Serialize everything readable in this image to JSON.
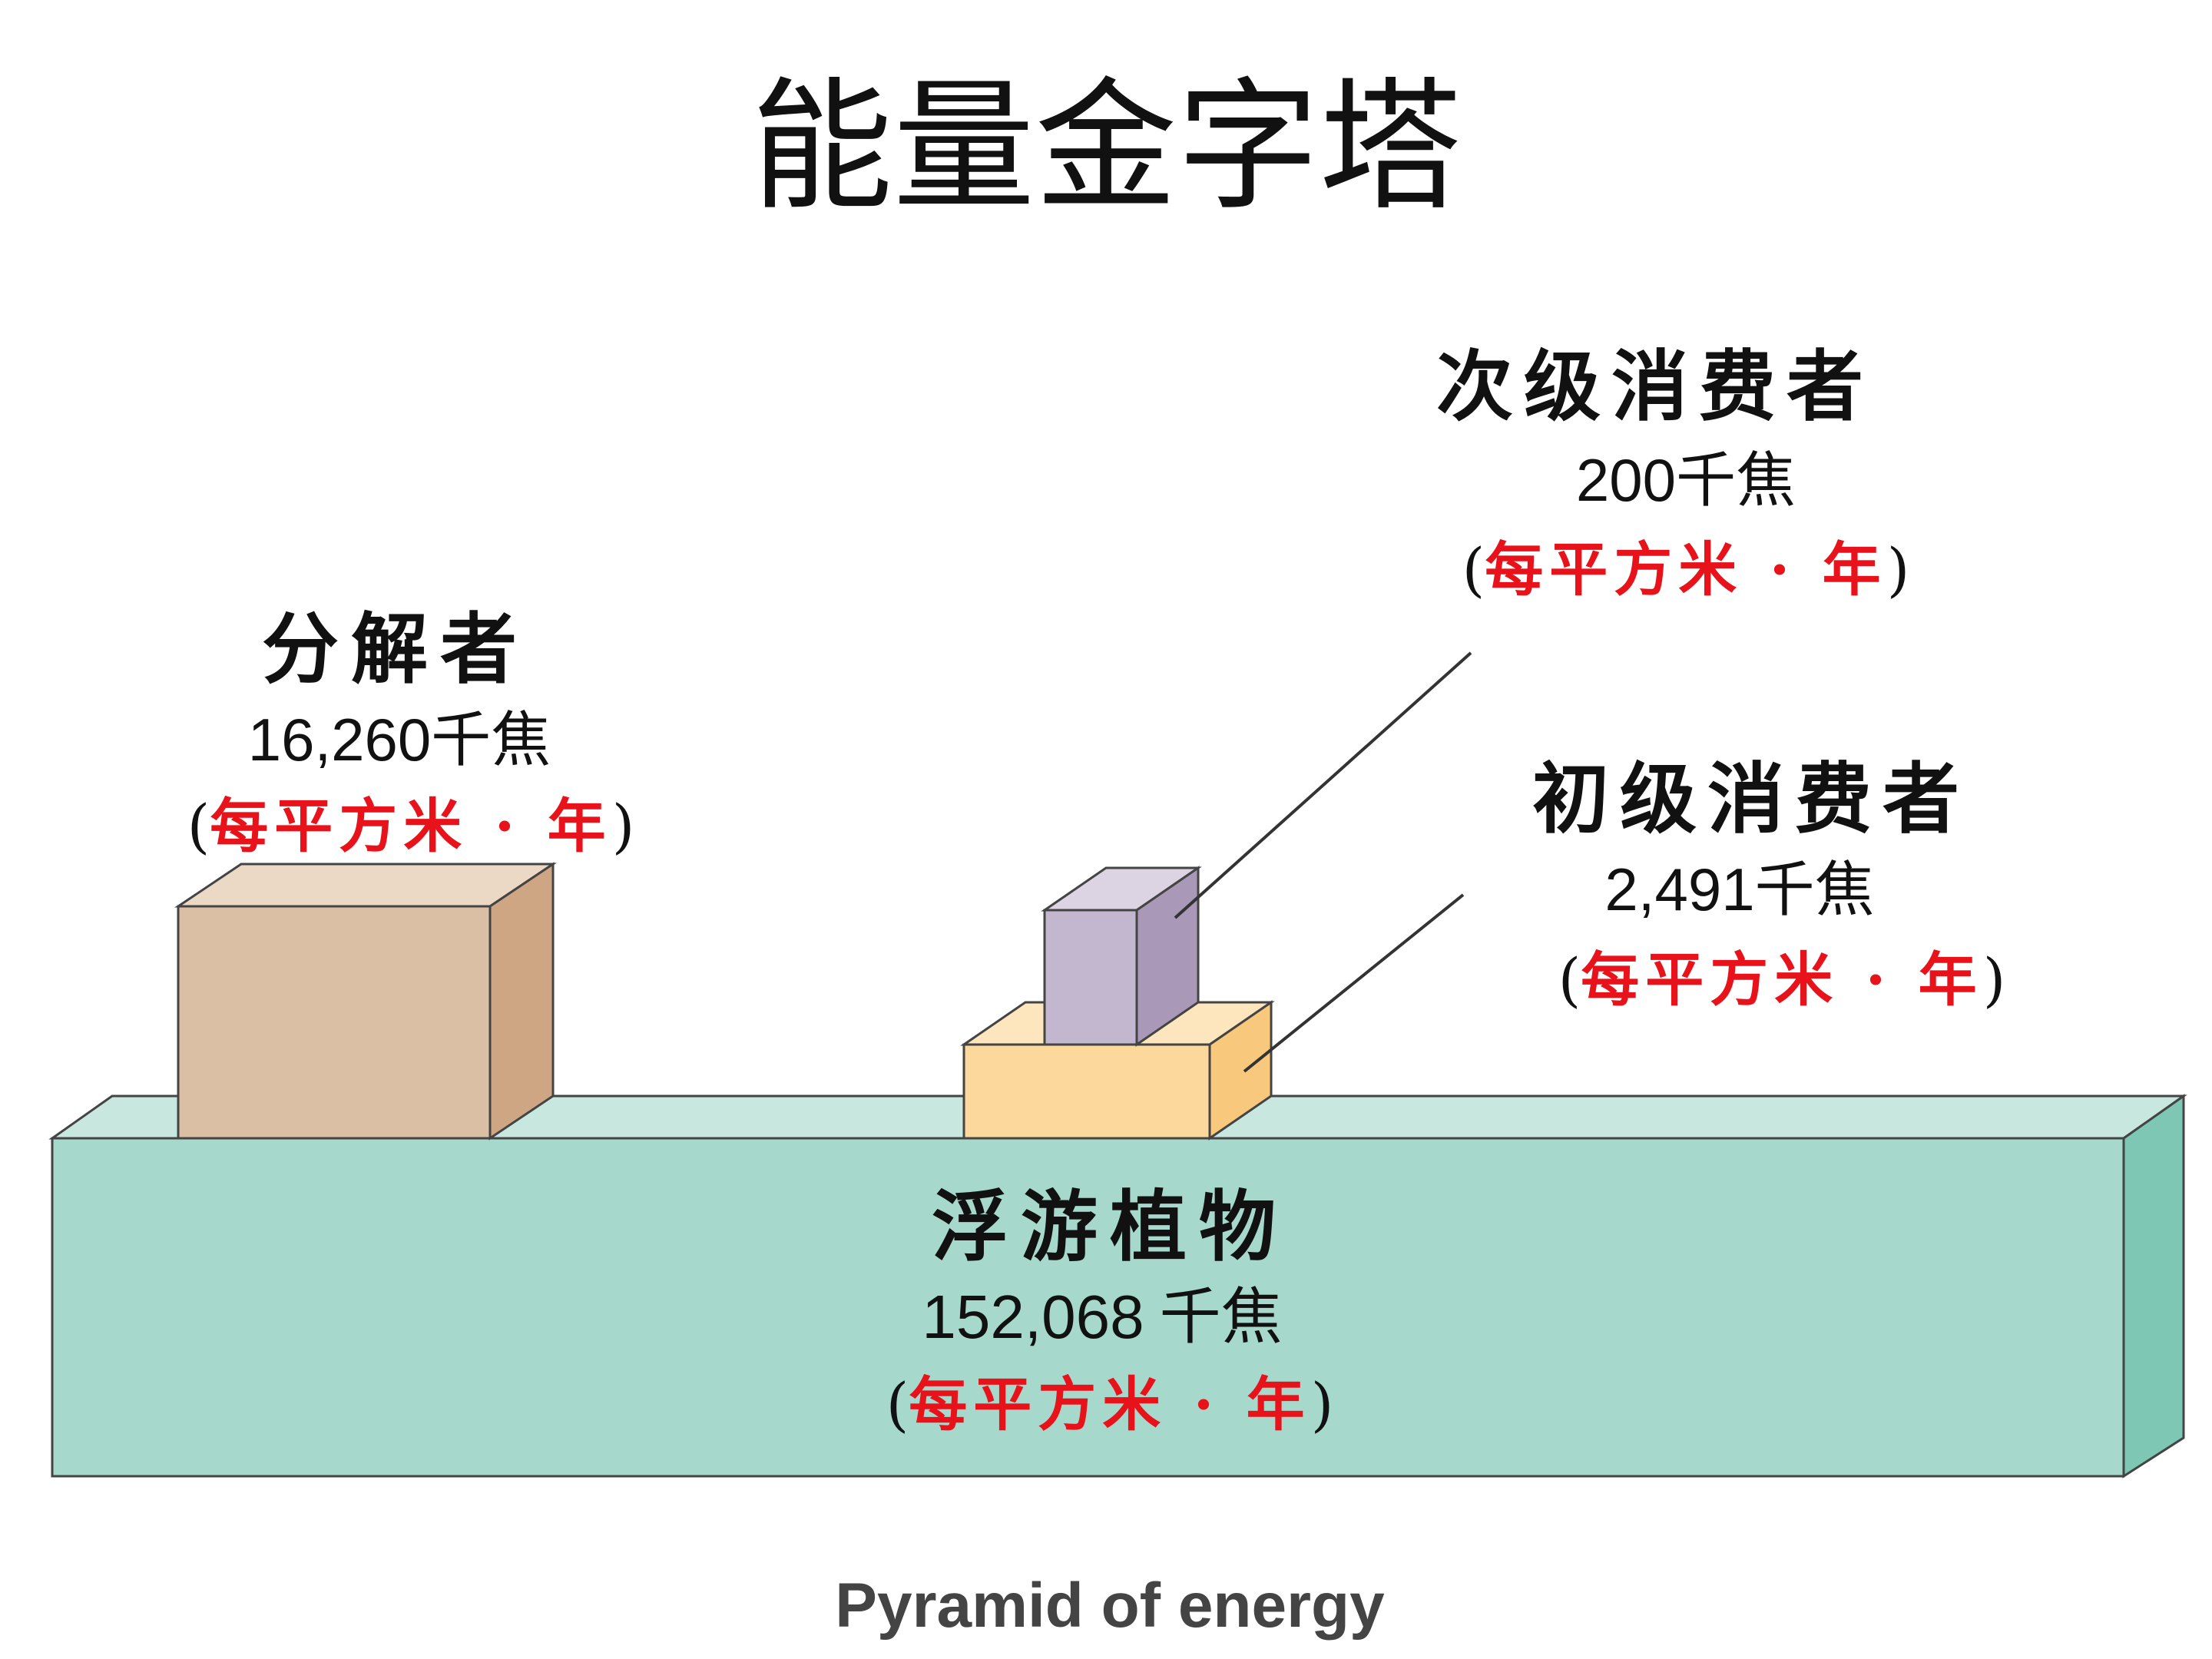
{
  "title": "能量金字塔",
  "caption": "Pyramid of energy",
  "unit_suffix": "千焦",
  "unit_open": "(",
  "unit_mid": "每平方米 · 年",
  "unit_close": ")",
  "colors": {
    "producer": "#a6d9cb",
    "decomposer": "#dabfa4",
    "primary": "#fdd89c",
    "secondary": "#c3b7cf",
    "unit_red": "#e8121a"
  },
  "levels": {
    "producers": {
      "name": "浮游植物",
      "value": "152,068"
    },
    "decomposers": {
      "name": "分解者",
      "value": "16,260"
    },
    "primary": {
      "name": "初级消费者",
      "value": "2,491"
    },
    "secondary": {
      "name": "次级消费者",
      "value": "200"
    }
  }
}
